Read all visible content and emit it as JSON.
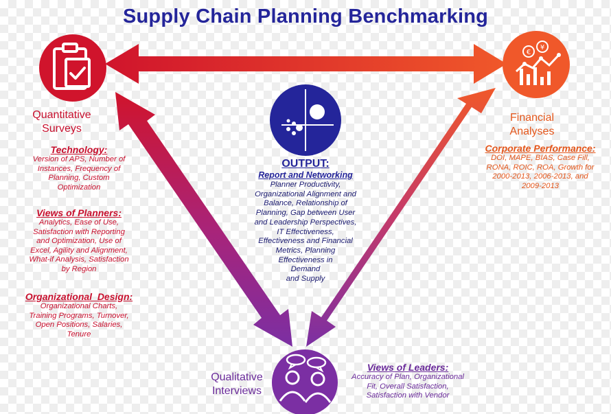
{
  "title": "Supply Chain Planning Benchmarking",
  "nodes": {
    "quantitative": {
      "label_line1": "Quantitative",
      "label_line2": "Surveys",
      "icon": "clipboard-check-icon",
      "color": "#c8102e"
    },
    "financial": {
      "label_line1": "Financial",
      "label_line2": "Analyses",
      "icon": "finance-chart-icon",
      "color": "#ef5a24"
    },
    "qualitative": {
      "label_line1": "Qualitative",
      "label_line2": "Interviews",
      "icon": "speech-bubbles-icon",
      "color": "#7b2fa3"
    },
    "output": {
      "icon": "scatter-plot-icon",
      "color": "#24259a"
    }
  },
  "quantitative_sections": [
    {
      "heading": "Technology:",
      "lines": [
        "Version of APS, Number of",
        "Instances, Frequency of",
        "Planning, Custom",
        "Optimization"
      ]
    },
    {
      "heading": "Views of Planners:",
      "lines": [
        "Analytics, Ease of Use,",
        "Satisfaction with Reporting",
        "and Optimization, Use of",
        "Excel, Agility and Alignment,",
        "What-if Analysis, Satisfaction",
        "by Region"
      ]
    },
    {
      "heading": "Organizational  Design:",
      "lines": [
        "Organizational Charts,",
        "Training Programs, Turnover,",
        "Open Positions, Salaries,",
        "Tenure"
      ]
    }
  ],
  "financial_section": {
    "heading": "Corporate Performance:",
    "lines": [
      "DOI, MAPE, BIAS, Case Fill,",
      "RONA, ROIC, ROA, Growth for",
      "2000-2013, 2006-2013, and",
      "2009-2013"
    ]
  },
  "leaders_section": {
    "heading": "Views of Leaders:",
    "lines": [
      "Accuracy of Plan, Organizational",
      "Fit, Overall Satisfaction,",
      "Satisfaction with Vendor"
    ]
  },
  "output_section": {
    "heading": "OUTPUT:",
    "subheading": "Report and Networking",
    "lines": [
      "Planner Productivity,",
      "Organizational Alignment and",
      "Balance, Relationship of",
      "Planning, Gap between User",
      "and Leadership Perspectives,",
      "IT Effectiveness,",
      "Effectiveness and Financial",
      "Metrics, Planning",
      "Effectiveness in",
      "Demand",
      "and Supply"
    ]
  },
  "colors": {
    "title": "#24259a",
    "red": "#c8102e",
    "orange": "#ef5a24",
    "purple": "#7b2fa3",
    "navy": "#24259a"
  }
}
